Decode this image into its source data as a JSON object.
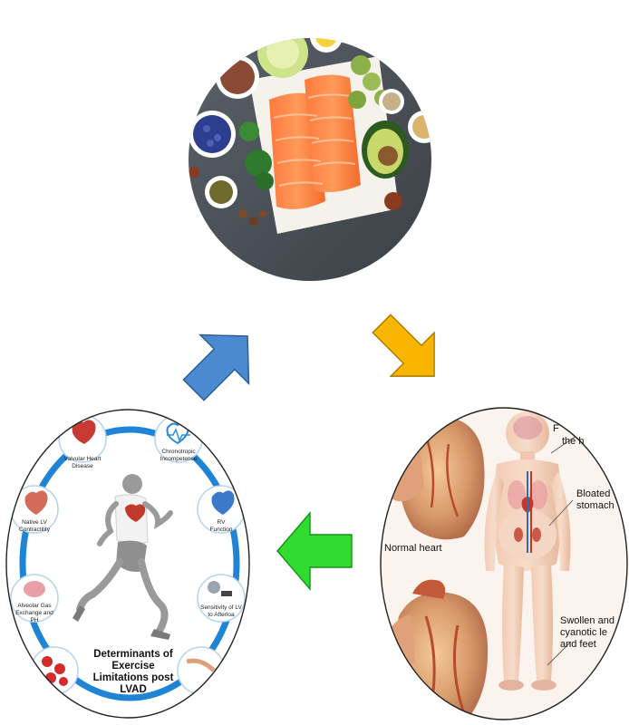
{
  "colors": {
    "arrow_to_body": "#f7b500",
    "arrow_to_exercise": "#2fdc2f",
    "arrow_to_food": "#4a8ad0",
    "ring_blue": "#1f84d6"
  },
  "icons": [
    "food-photo",
    "heart-anatomy",
    "human-body-anatomy",
    "runner-figure",
    "heart-rate-icon"
  ],
  "heart_failure": {
    "normal_heart": "Normal heart",
    "bloated_stomach_line1": "Bloated",
    "bloated_stomach_line2": "stomach",
    "swollen_line1": "Swollen and",
    "swollen_line2": "cyanotic le",
    "swollen_line3": "and feet",
    "partial_label_1": "F",
    "partial_label_2": "the h"
  },
  "exercise": {
    "title_line1": "Determinants of",
    "title_line2": "Exercise",
    "title_line3": "Limitations post",
    "title_line4": "LVAD",
    "node_valvular_1": "Valvular Heart",
    "node_valvular_2": "Disease",
    "node_chrono_1": "Chronotropic",
    "node_chrono_2": "Incompetence",
    "node_rv_1": "RV",
    "node_rv_2": "Function",
    "node_lv_1": "Native LV",
    "node_lv_2": "Contractility",
    "node_alveolar_1": "Alveolar Gas",
    "node_alveolar_2": "Exchange and",
    "node_alveolar_3": "PH",
    "node_sensitivity_1": "Sensitivity of LV",
    "node_sensitivity_2": "to Afterloa"
  }
}
